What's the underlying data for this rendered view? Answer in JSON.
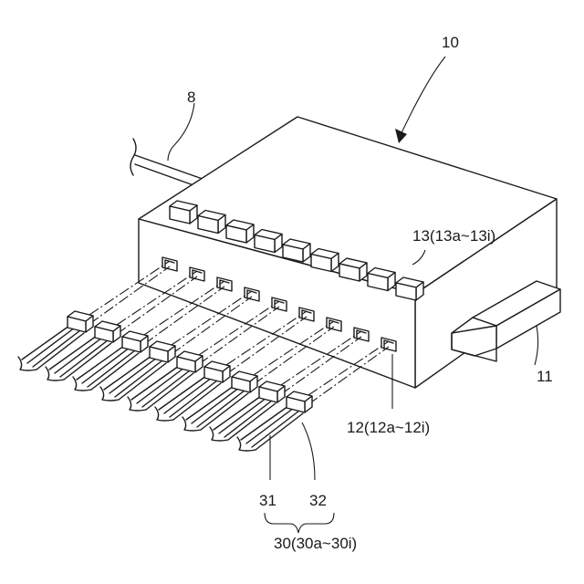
{
  "labels": {
    "device": "10",
    "cable": "8",
    "indicators": "13(13a~13i)",
    "sockets": "12(12a~12i)",
    "connector_block": "11",
    "plug_wire": "31",
    "plug_head": "32",
    "plugs": "30(30a~30i)"
  }
}
